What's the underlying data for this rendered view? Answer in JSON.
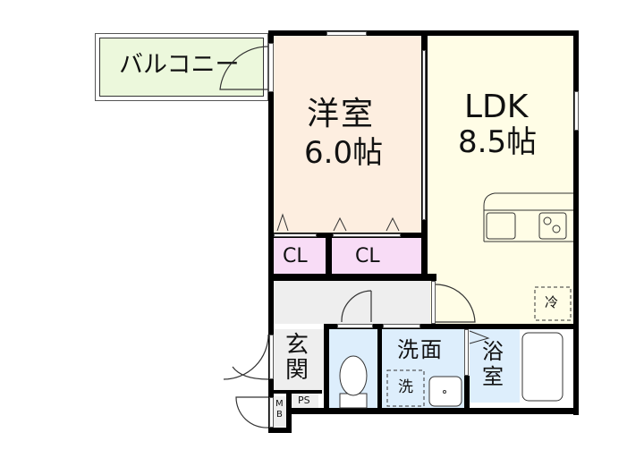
{
  "floor_plan": {
    "colors": {
      "balcony": "#ecf8dc",
      "western_room": "#fdeee0",
      "ldk": "#fffde6",
      "closet": "#f8dcf6",
      "hallway": "#eeeeee",
      "wet_area": "#ddeefc",
      "entrance": "#eeeeee",
      "wall": "#000000"
    },
    "rooms": {
      "balcony": {
        "label": "バルコニー"
      },
      "western_room": {
        "name": "洋室",
        "size": "6.0帖"
      },
      "ldk": {
        "name": "LDK",
        "size": "8.5帖"
      },
      "closet_1": {
        "label": "CL"
      },
      "closet_2": {
        "label": "CL"
      },
      "entrance": {
        "line1": "玄",
        "line2": "関"
      },
      "washroom": {
        "label": "洗面"
      },
      "washer": {
        "label": "洗"
      },
      "bathroom": {
        "line1": "浴",
        "line2": "室"
      },
      "refrigerator": {
        "label": "冷"
      },
      "pipe_space": {
        "label": "PS"
      },
      "meter_box": {
        "line1": "M",
        "line2": "B"
      }
    }
  }
}
